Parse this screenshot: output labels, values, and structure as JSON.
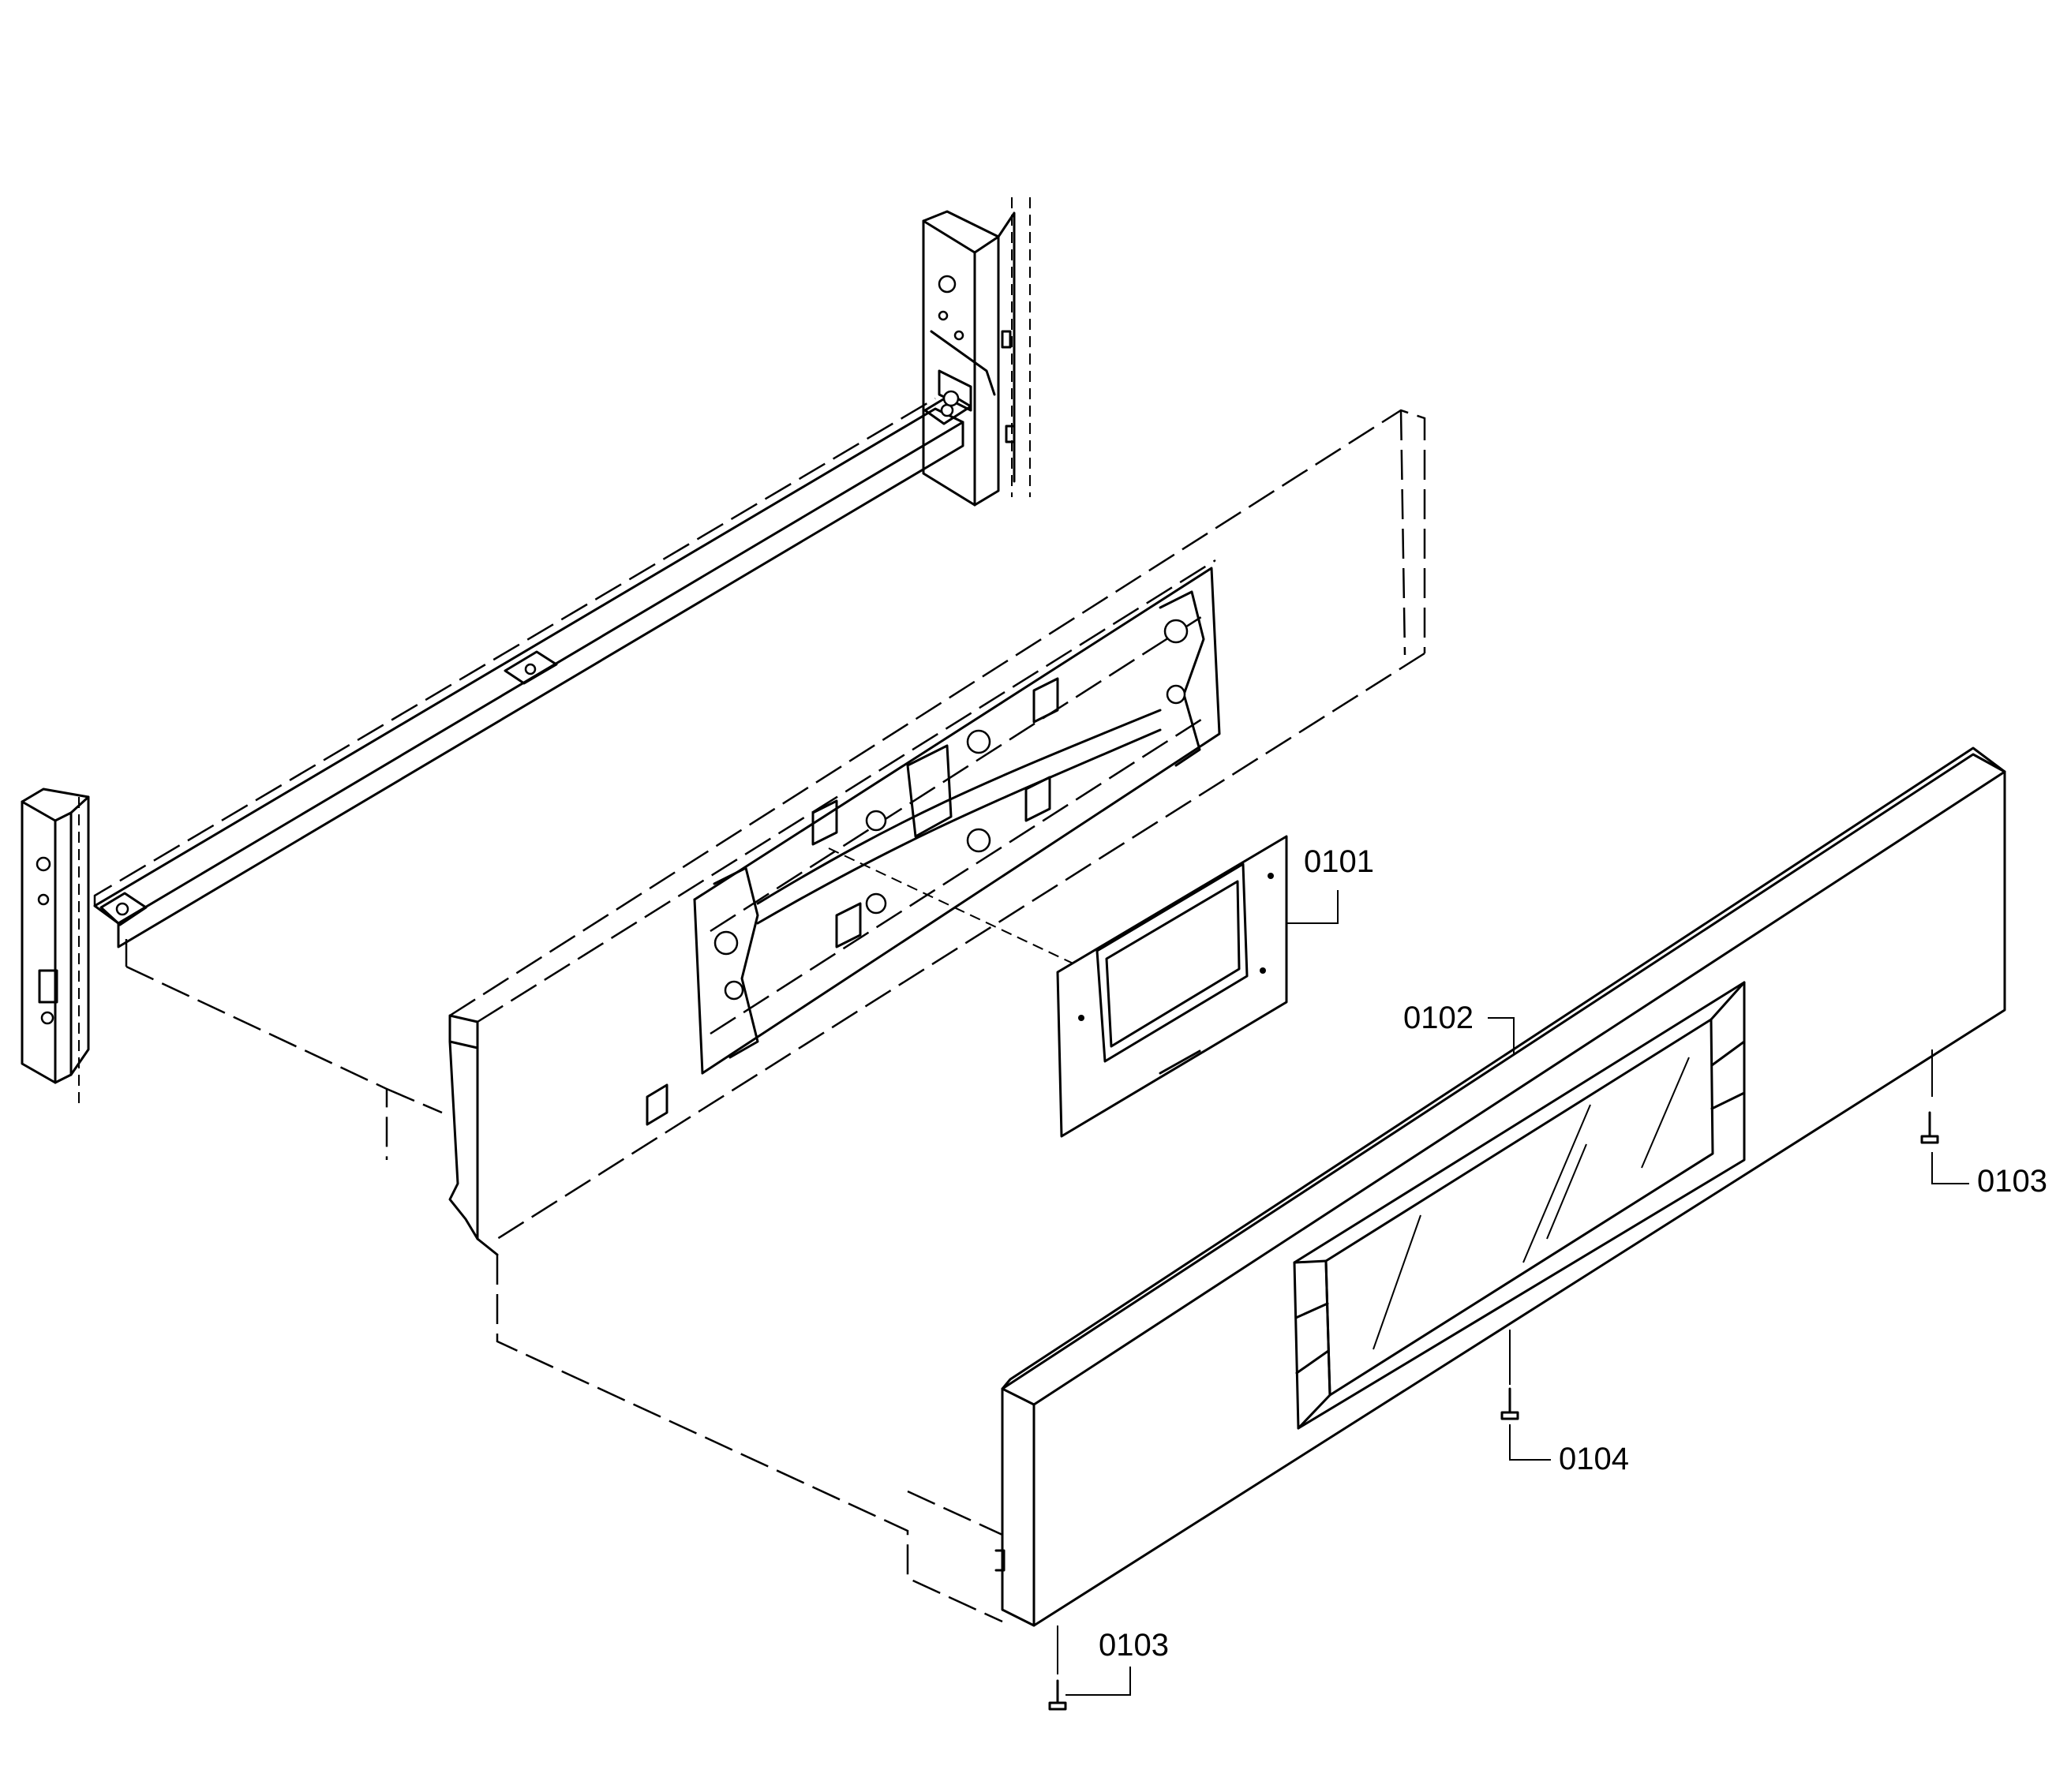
{
  "callouts": [
    {
      "id": "0101"
    },
    {
      "id": "0102"
    },
    {
      "id": "0103"
    },
    {
      "id": "0103"
    },
    {
      "id": "0104"
    }
  ]
}
